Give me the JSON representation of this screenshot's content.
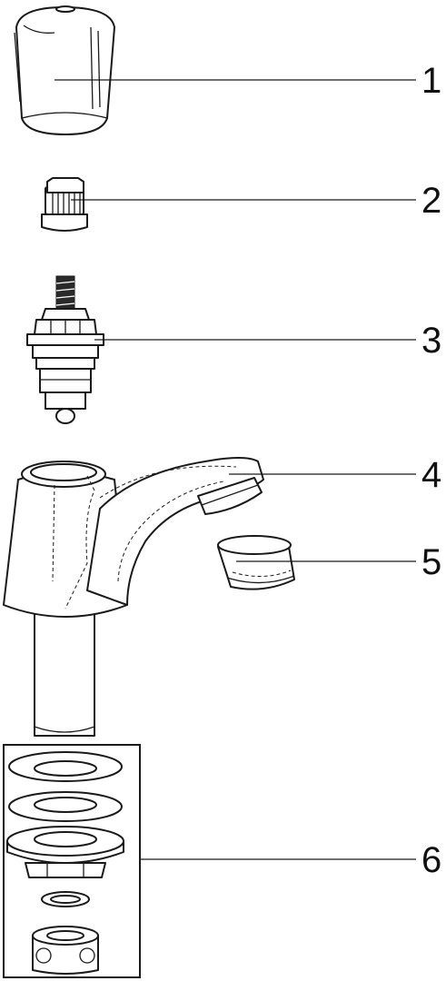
{
  "callouts": [
    {
      "id": "handle",
      "label": "1"
    },
    {
      "id": "adapter",
      "label": "2"
    },
    {
      "id": "valve-cartridge",
      "label": "3"
    },
    {
      "id": "tap-body",
      "label": "4"
    },
    {
      "id": "aerator",
      "label": "5"
    },
    {
      "id": "fixing-kit",
      "label": "6"
    }
  ],
  "colors": {
    "line": "#1a1a1a",
    "background": "#ffffff"
  }
}
